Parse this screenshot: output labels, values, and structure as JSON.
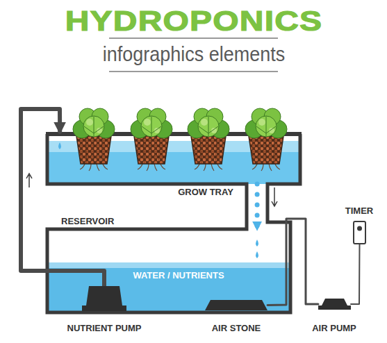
{
  "diagram": {
    "title": "HYDROPONICS",
    "nodes": [
      {
        "text": [
          "GROW TRAY"
        ]
      },
      {
        "text": [
          "RESERVOIR",
          "WATER / NUTRIENTS"
        ]
      },
      {
        "text": [
          "NUTRIENT PUMP"
        ],
        "in": 1
      },
      {
        "text": [
          "AIR STONE"
        ],
        "in": 1
      },
      {
        "text": [
          "AIR PUMP"
        ]
      },
      {
        "text": [
          "TIMER"
        ]
      }
    ],
    "edges": [
      {
        "from": 2,
        "to": 0,
        "arrow": "to"
      },
      {
        "from": 0,
        "to": 1,
        "arrow": "to"
      },
      {
        "from": 4,
        "to": 3,
        "arrow": "none"
      },
      {
        "from": 5,
        "to": 4,
        "arrow": "none"
      }
    ],
    "labels": [
      "infographics elements"
    ]
  }
}
